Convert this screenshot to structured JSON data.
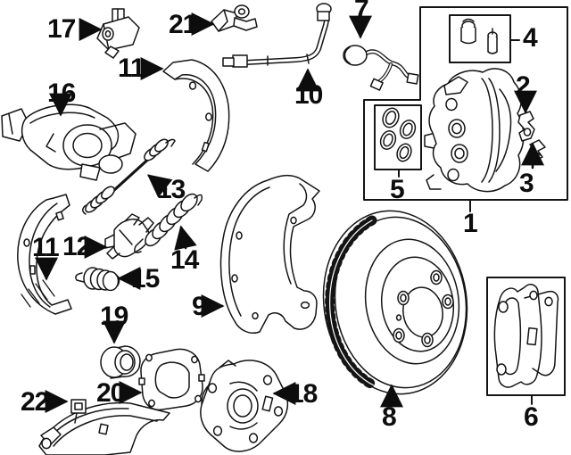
{
  "page": {
    "background_color": "#ffffff",
    "line_color": "#141414"
  },
  "diagram": {
    "type": "exploded-parts-diagram",
    "subject": "disc brake and parking brake components",
    "callouts": [
      {
        "label": "1",
        "part": "brake-caliper-assembly-box"
      },
      {
        "label": "2",
        "part": "pad-retainer-clip"
      },
      {
        "label": "3",
        "part": "retainer-spring-clip"
      },
      {
        "label": "4",
        "part": "bleeder-screw-kit-box"
      },
      {
        "label": "5",
        "part": "piston-seal-kit-box"
      },
      {
        "label": "6",
        "part": "caliper-mount-bracket-box"
      },
      {
        "label": "7",
        "part": "wear-sensor-wire-harness"
      },
      {
        "label": "8",
        "part": "brake-rotor"
      },
      {
        "label": "9",
        "part": "splash-shield"
      },
      {
        "label": "10",
        "part": "brake-hose"
      },
      {
        "label": "11",
        "part": "parking-brake-shoe-upper"
      },
      {
        "label": "11",
        "part": "parking-brake-shoe-left"
      },
      {
        "label": "12",
        "part": "shoe-adjuster"
      },
      {
        "label": "13",
        "part": "adjuster-rod-with-springs"
      },
      {
        "label": "14",
        "part": "return-spring"
      },
      {
        "label": "15",
        "part": "hold-down-spring"
      },
      {
        "label": "16",
        "part": "parking-brake-actuator"
      },
      {
        "label": "17",
        "part": "sensor-bracket"
      },
      {
        "label": "18",
        "part": "wheel-hub"
      },
      {
        "label": "19",
        "part": "pilot-bearing"
      },
      {
        "label": "20",
        "part": "hub-gasket-plate"
      },
      {
        "label": "21",
        "part": "speed-sensor"
      },
      {
        "label": "22",
        "part": "duct-retaining-clip"
      }
    ]
  }
}
